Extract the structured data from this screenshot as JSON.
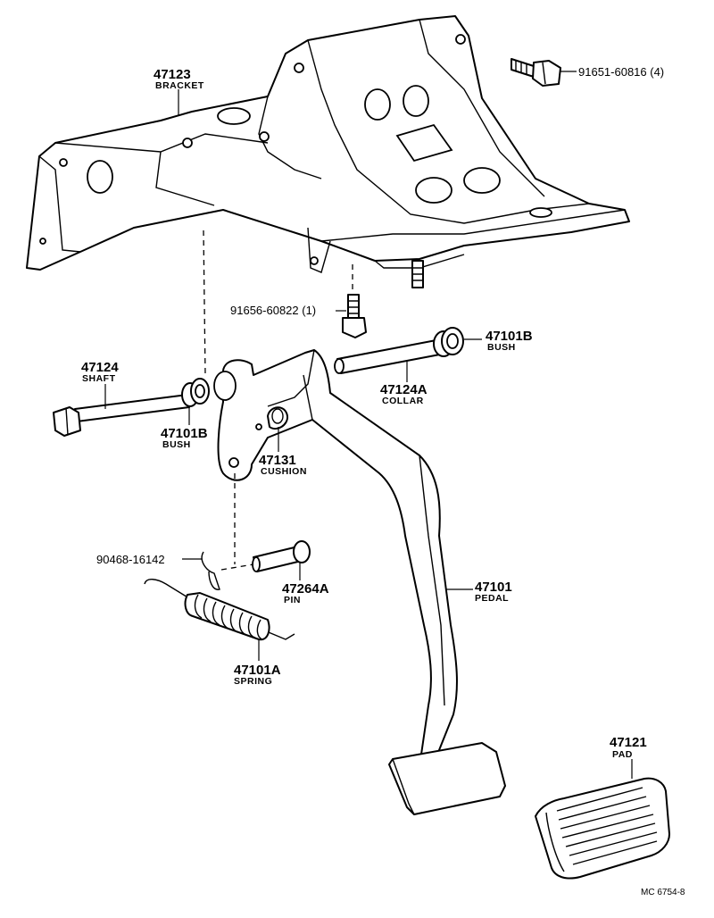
{
  "labels": {
    "bracket": {
      "number": "47123",
      "name": "BRACKET"
    },
    "bolt_top": {
      "code": "91651-60816 (4)"
    },
    "bolt_mid": {
      "code": "91656-60822 (1)"
    },
    "bush_right": {
      "number": "47101B",
      "name": "BUSH"
    },
    "shaft": {
      "number": "47124",
      "name": "SHAFT"
    },
    "collar": {
      "number": "47124A",
      "name": "COLLAR"
    },
    "bush_left": {
      "number": "47101B",
      "name": "BUSH"
    },
    "cushion": {
      "number": "47131",
      "name": "CUSHION"
    },
    "clip": {
      "code": "90468-16142"
    },
    "pin": {
      "number": "47264A",
      "name": "PIN"
    },
    "pedal": {
      "number": "47101",
      "name": "PEDAL"
    },
    "spring": {
      "number": "47101A",
      "name": "SPRING"
    },
    "pad": {
      "number": "47121",
      "name": "PAD"
    }
  },
  "footer": {
    "ref": "MC 6754-8"
  }
}
